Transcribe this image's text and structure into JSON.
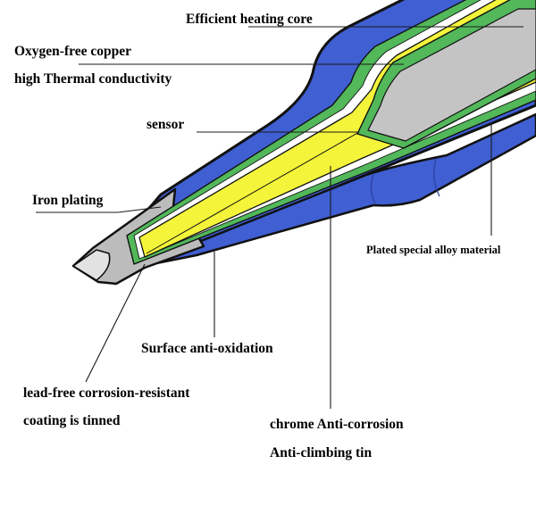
{
  "labels": {
    "efficient_heating_core": "Efficient heating core",
    "oxygen_free_copper": "Oxygen-free copper",
    "high_thermal_conductivity": "high Thermal conductivity",
    "sensor": "sensor",
    "iron_plating": "Iron plating",
    "plated_special_alloy": "Plated special  alloy material",
    "surface_anti_oxidation": "Surface anti-oxidation",
    "lead_free_coating_line1": "lead-free corrosion-resistant",
    "lead_free_coating_line2": "coating is tinned",
    "chrome_anti_corrosion": "chrome Anti-corrosion",
    "anti_climbing_tin": "Anti-climbing tin"
  },
  "colors": {
    "outer_shell_blue": "#3f5fd2",
    "outline_black": "#111111",
    "plating_green": "#52b85a",
    "white_layer": "#ffffff",
    "copper_yellow": "#f4f43a",
    "core_gray": "#c4c4c4",
    "tip_gray": "#bcbcbc",
    "tip_light": "#e2e2e2"
  }
}
